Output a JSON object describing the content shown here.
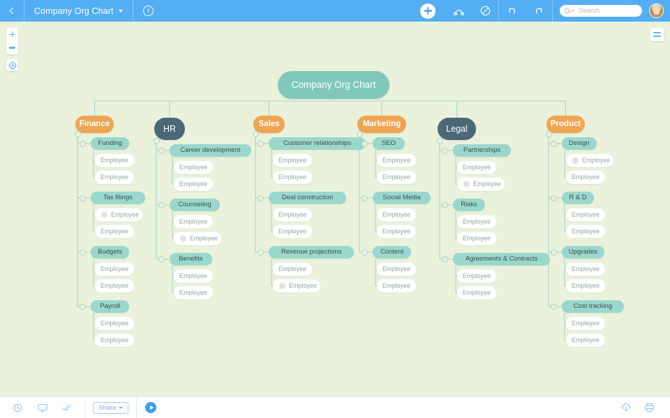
{
  "app": {
    "title": "Company Org Chart",
    "accent_blue": "#53aef4",
    "canvas_bg": "#eaf2dc"
  },
  "topbar": {
    "back_icon": "chevron-left-icon",
    "title": "Company Org Chart",
    "title_caret": "caret-down-icon",
    "info_icon": "info-circle-icon",
    "add_icon": "plus-icon",
    "relation_icon": "relationship-icon",
    "boundary_icon": "boundary-icon",
    "undo_icon": "undo-icon",
    "redo_icon": "redo-icon",
    "search_icon": "search-icon",
    "search_placeholder": "Search",
    "search_value": "",
    "avatar": "user-avatar"
  },
  "canvas_controls": {
    "zoom_in": "plus-icon",
    "zoom_out": "minus-icon",
    "recenter": "target-icon",
    "menu": "hamburger-menu-icon"
  },
  "bottombar": {
    "history_icon": "history-clock-icon",
    "presentation_icon": "presentation-screen-icon",
    "checkmark_icon": "double-check-icon",
    "share_label": "Share",
    "share_caret": "caret-down-icon",
    "play_icon": "play-icon",
    "download_icon": "cloud-download-icon",
    "print_icon": "printer-icon"
  },
  "chart_data": {
    "type": "org-chart",
    "title": "Company Org Chart",
    "root": {
      "label": "Company Org Chart",
      "color": "#7fc8bb"
    },
    "branches": [
      {
        "label": "Finance",
        "style": "orange",
        "topics": [
          {
            "label": "Funding",
            "leaves": [
              {
                "label": "Employee",
                "dot": false
              },
              {
                "label": "Employee",
                "dot": false
              }
            ]
          },
          {
            "label": "Tax filings",
            "leaves": [
              {
                "label": "Employee",
                "dot": true
              },
              {
                "label": "Employee",
                "dot": false
              }
            ]
          },
          {
            "label": "Budgets",
            "leaves": [
              {
                "label": "Employee",
                "dot": false
              },
              {
                "label": "Employee",
                "dot": false
              }
            ]
          },
          {
            "label": "Payroll",
            "leaves": [
              {
                "label": "Employee",
                "dot": false
              },
              {
                "label": "Employee",
                "dot": false
              }
            ]
          }
        ]
      },
      {
        "label": "HR",
        "style": "dark",
        "topics": [
          {
            "label": "Career development",
            "leaves": [
              {
                "label": "Employee",
                "dot": false
              },
              {
                "label": "Employee",
                "dot": false
              }
            ]
          },
          {
            "label": "Counseling",
            "leaves": [
              {
                "label": "Employee",
                "dot": false
              },
              {
                "label": "Employee",
                "dot": true
              }
            ]
          },
          {
            "label": "Benefits",
            "leaves": [
              {
                "label": "Employee",
                "dot": false
              },
              {
                "label": "Employee",
                "dot": false
              }
            ]
          }
        ]
      },
      {
        "label": "Sales",
        "style": "orange",
        "topics": [
          {
            "label": "Customer relationships",
            "leaves": [
              {
                "label": "Employee",
                "dot": false
              },
              {
                "label": "Employee",
                "dot": false
              }
            ]
          },
          {
            "label": "Deal construction",
            "leaves": [
              {
                "label": "Employee",
                "dot": false
              },
              {
                "label": "Employee",
                "dot": false
              }
            ]
          },
          {
            "label": "Revenue projections",
            "leaves": [
              {
                "label": "Employee",
                "dot": false
              },
              {
                "label": "Employee",
                "dot": true
              }
            ]
          }
        ]
      },
      {
        "label": "Marketing",
        "style": "orange",
        "topics": [
          {
            "label": "SEO",
            "leaves": [
              {
                "label": "Employee",
                "dot": false
              },
              {
                "label": "Employee",
                "dot": false
              }
            ]
          },
          {
            "label": "Social Media",
            "leaves": [
              {
                "label": "Employee",
                "dot": false
              },
              {
                "label": "Employee",
                "dot": false
              }
            ]
          },
          {
            "label": "Content",
            "leaves": [
              {
                "label": "Employee",
                "dot": false
              },
              {
                "label": "Employee",
                "dot": false
              }
            ]
          }
        ]
      },
      {
        "label": "Legal",
        "style": "dark",
        "topics": [
          {
            "label": "Partnerships",
            "leaves": [
              {
                "label": "Employee",
                "dot": false
              },
              {
                "label": "Employee",
                "dot": true
              }
            ]
          },
          {
            "label": "Risks",
            "leaves": [
              {
                "label": "Employee",
                "dot": false
              },
              {
                "label": "Employee",
                "dot": false
              }
            ]
          },
          {
            "label": "Agreements & Contracts",
            "leaves": [
              {
                "label": "Employee",
                "dot": false
              },
              {
                "label": "Employee",
                "dot": false
              }
            ]
          }
        ]
      },
      {
        "label": "Product",
        "style": "orange",
        "topics": [
          {
            "label": "Design",
            "leaves": [
              {
                "label": "Employee",
                "dot": true
              },
              {
                "label": "Employee",
                "dot": false
              }
            ]
          },
          {
            "label": "R & D",
            "leaves": [
              {
                "label": "Employee",
                "dot": false
              },
              {
                "label": "Employee",
                "dot": false
              }
            ]
          },
          {
            "label": "Upgrades",
            "leaves": [
              {
                "label": "Employee",
                "dot": false
              },
              {
                "label": "Employee",
                "dot": false
              }
            ]
          },
          {
            "label": "Cost tracking",
            "leaves": [
              {
                "label": "Employee",
                "dot": false
              },
              {
                "label": "Employee",
                "dot": false
              }
            ]
          }
        ]
      }
    ]
  }
}
